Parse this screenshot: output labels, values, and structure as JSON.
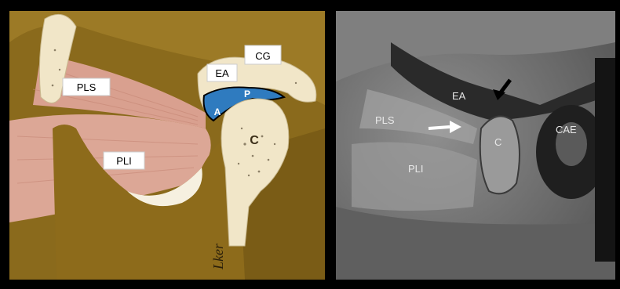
{
  "left_panel": {
    "labels": {
      "pls": "PLS",
      "pli": "PLI",
      "ea": "EA",
      "cg": "CG",
      "p": "P",
      "a": "A",
      "c": "C"
    },
    "signature": "Lker"
  },
  "right_panel": {
    "labels": {
      "pls": "PLS",
      "pli": "PLI",
      "ea": "EA",
      "c": "C",
      "cae": "CAE"
    },
    "arrows": [
      "white-arrow",
      "black-arrow"
    ]
  },
  "colors": {
    "bone_brown": "#8a6a1c",
    "muscle_pink": "#d9a08f",
    "disc_blue": "#2f7bbf",
    "cartilage": "#f1e6c8"
  }
}
